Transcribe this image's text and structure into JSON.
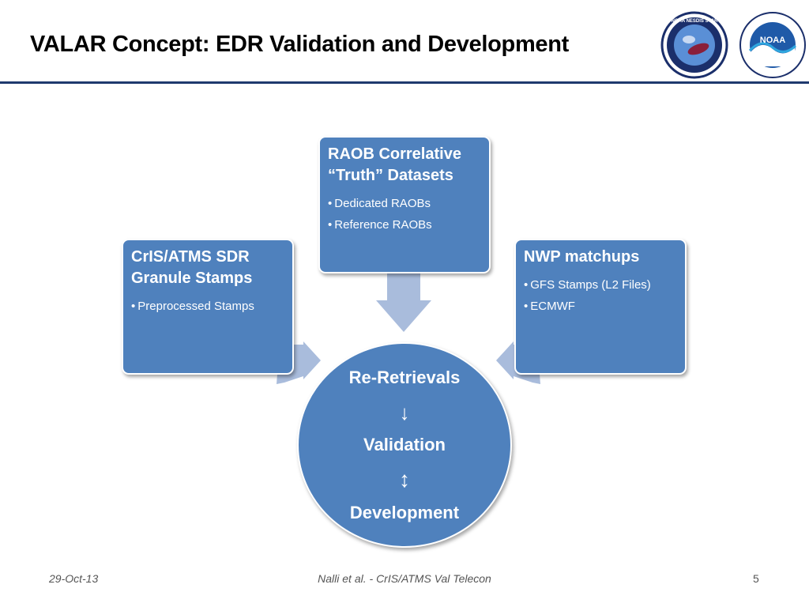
{
  "slide": {
    "title": "VALAR Concept: EDR Validation and Development"
  },
  "logos": {
    "left": {
      "icon": "noaa-nesdis-star-seal-icon",
      "text": "NOAA NESDIS STAR"
    },
    "right": {
      "icon": "noaa-seal-icon",
      "text": "NOAA"
    }
  },
  "diagram": {
    "top_box": {
      "heading_line1": "RAOB Correlative",
      "heading_line2": "“Truth” Datasets",
      "bullets": [
        "Dedicated RAOBs",
        "Reference RAOBs"
      ]
    },
    "left_box": {
      "heading_line1": "CrIS/ATMS SDR",
      "heading_line2": "Granule Stamps",
      "bullets": [
        "Preprocessed Stamps"
      ]
    },
    "right_box": {
      "heading_line1": "NWP matchups",
      "bullets": [
        "GFS Stamps (L2 Files)",
        "ECMWF"
      ]
    },
    "center": {
      "line1": "Re-Retrievals",
      "arrow1": "↓",
      "line2": "Validation",
      "arrow2": "↕",
      "line3": "Development"
    },
    "colors": {
      "box_fill": "#4f81bd",
      "arrow_fill": "#a9bcdc",
      "text": "#ffffff",
      "rule": "#1f3a6e"
    }
  },
  "footer": {
    "date": "29-Oct-13",
    "center_text": "Nalli et al. - CrIS/ATMS Val Telecon",
    "page_number": "5"
  }
}
